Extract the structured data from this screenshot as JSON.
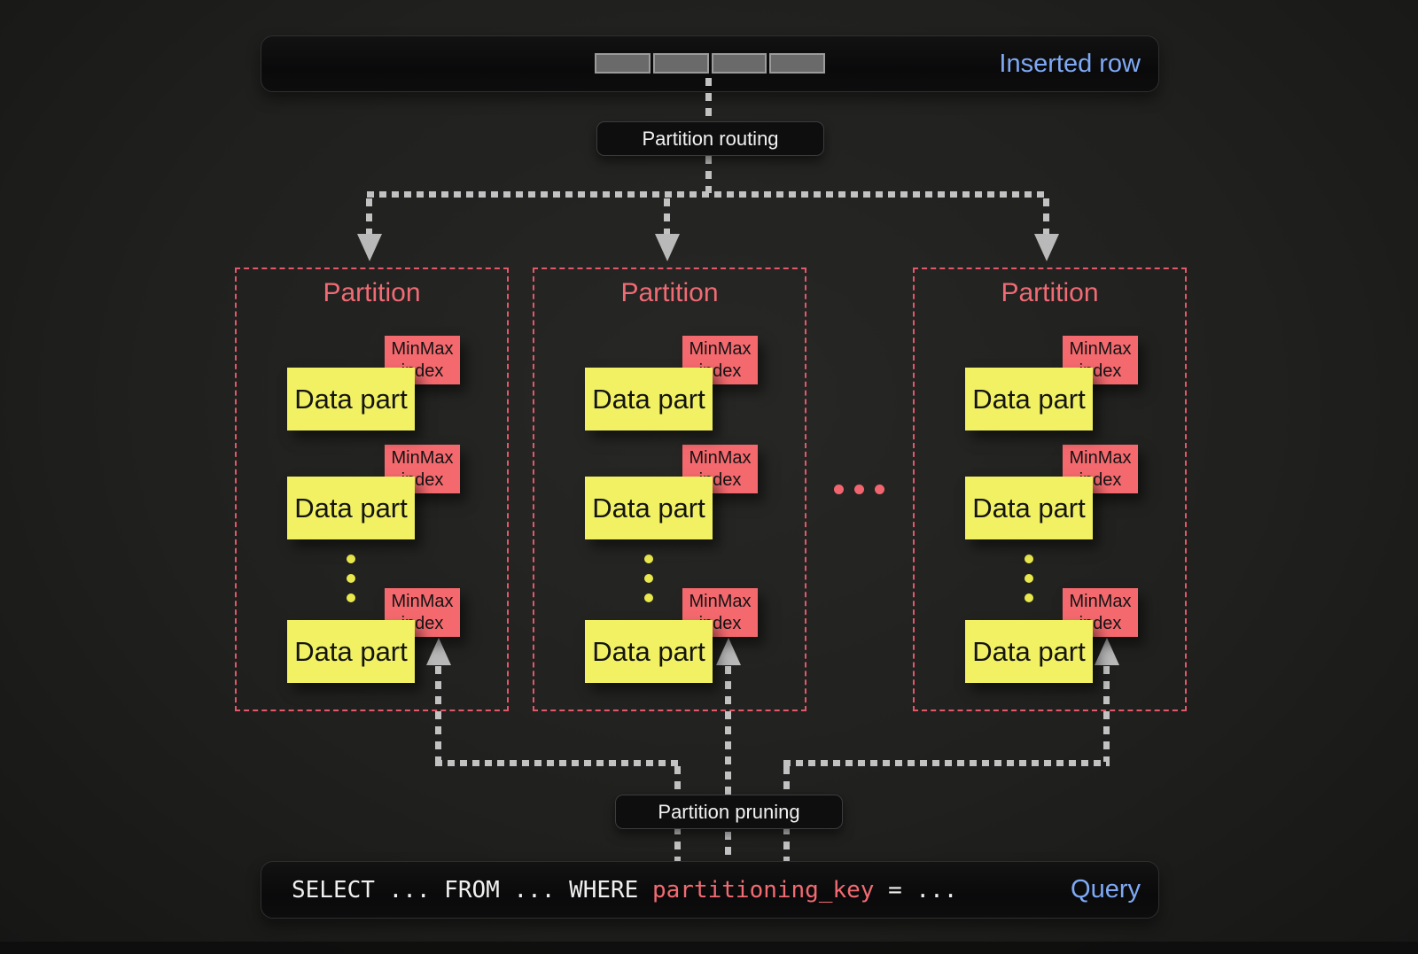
{
  "top_bar": {
    "label": "Inserted row",
    "segment_count": 4
  },
  "flow_labels": {
    "routing": "Partition routing",
    "pruning": "Partition pruning"
  },
  "partitions": [
    {
      "label": "Partition",
      "data_parts": [
        {
          "label": "Data part",
          "index_label": "MinMax index"
        },
        {
          "label": "Data part",
          "index_label": "MinMax index"
        },
        {
          "label": "Data part",
          "index_label": "MinMax index"
        }
      ]
    },
    {
      "label": "Partition",
      "data_parts": [
        {
          "label": "Data part",
          "index_label": "MinMax index"
        },
        {
          "label": "Data part",
          "index_label": "MinMax index"
        },
        {
          "label": "Data part",
          "index_label": "MinMax index"
        }
      ]
    },
    {
      "label": "Partition",
      "data_parts": [
        {
          "label": "Data part",
          "index_label": "MinMax index"
        },
        {
          "label": "Data part",
          "index_label": "MinMax index"
        },
        {
          "label": "Data part",
          "index_label": "MinMax index"
        }
      ]
    }
  ],
  "query_bar": {
    "code_prefix": "SELECT ... FROM ... WHERE ",
    "code_keyword": "partitioning_key",
    "code_suffix": " = ...",
    "label": "Query"
  },
  "colors": {
    "accent_blue": "#7fa9f5",
    "salmon_box": "#f4696e",
    "yellow_box": "#f1f163",
    "partition_border": "#e5586a",
    "partition_title": "#f06b74",
    "arrow_gray": "#bdbdbd",
    "segment_gray": "#6a6a6a",
    "code_keyword_color": "#f26b72"
  }
}
